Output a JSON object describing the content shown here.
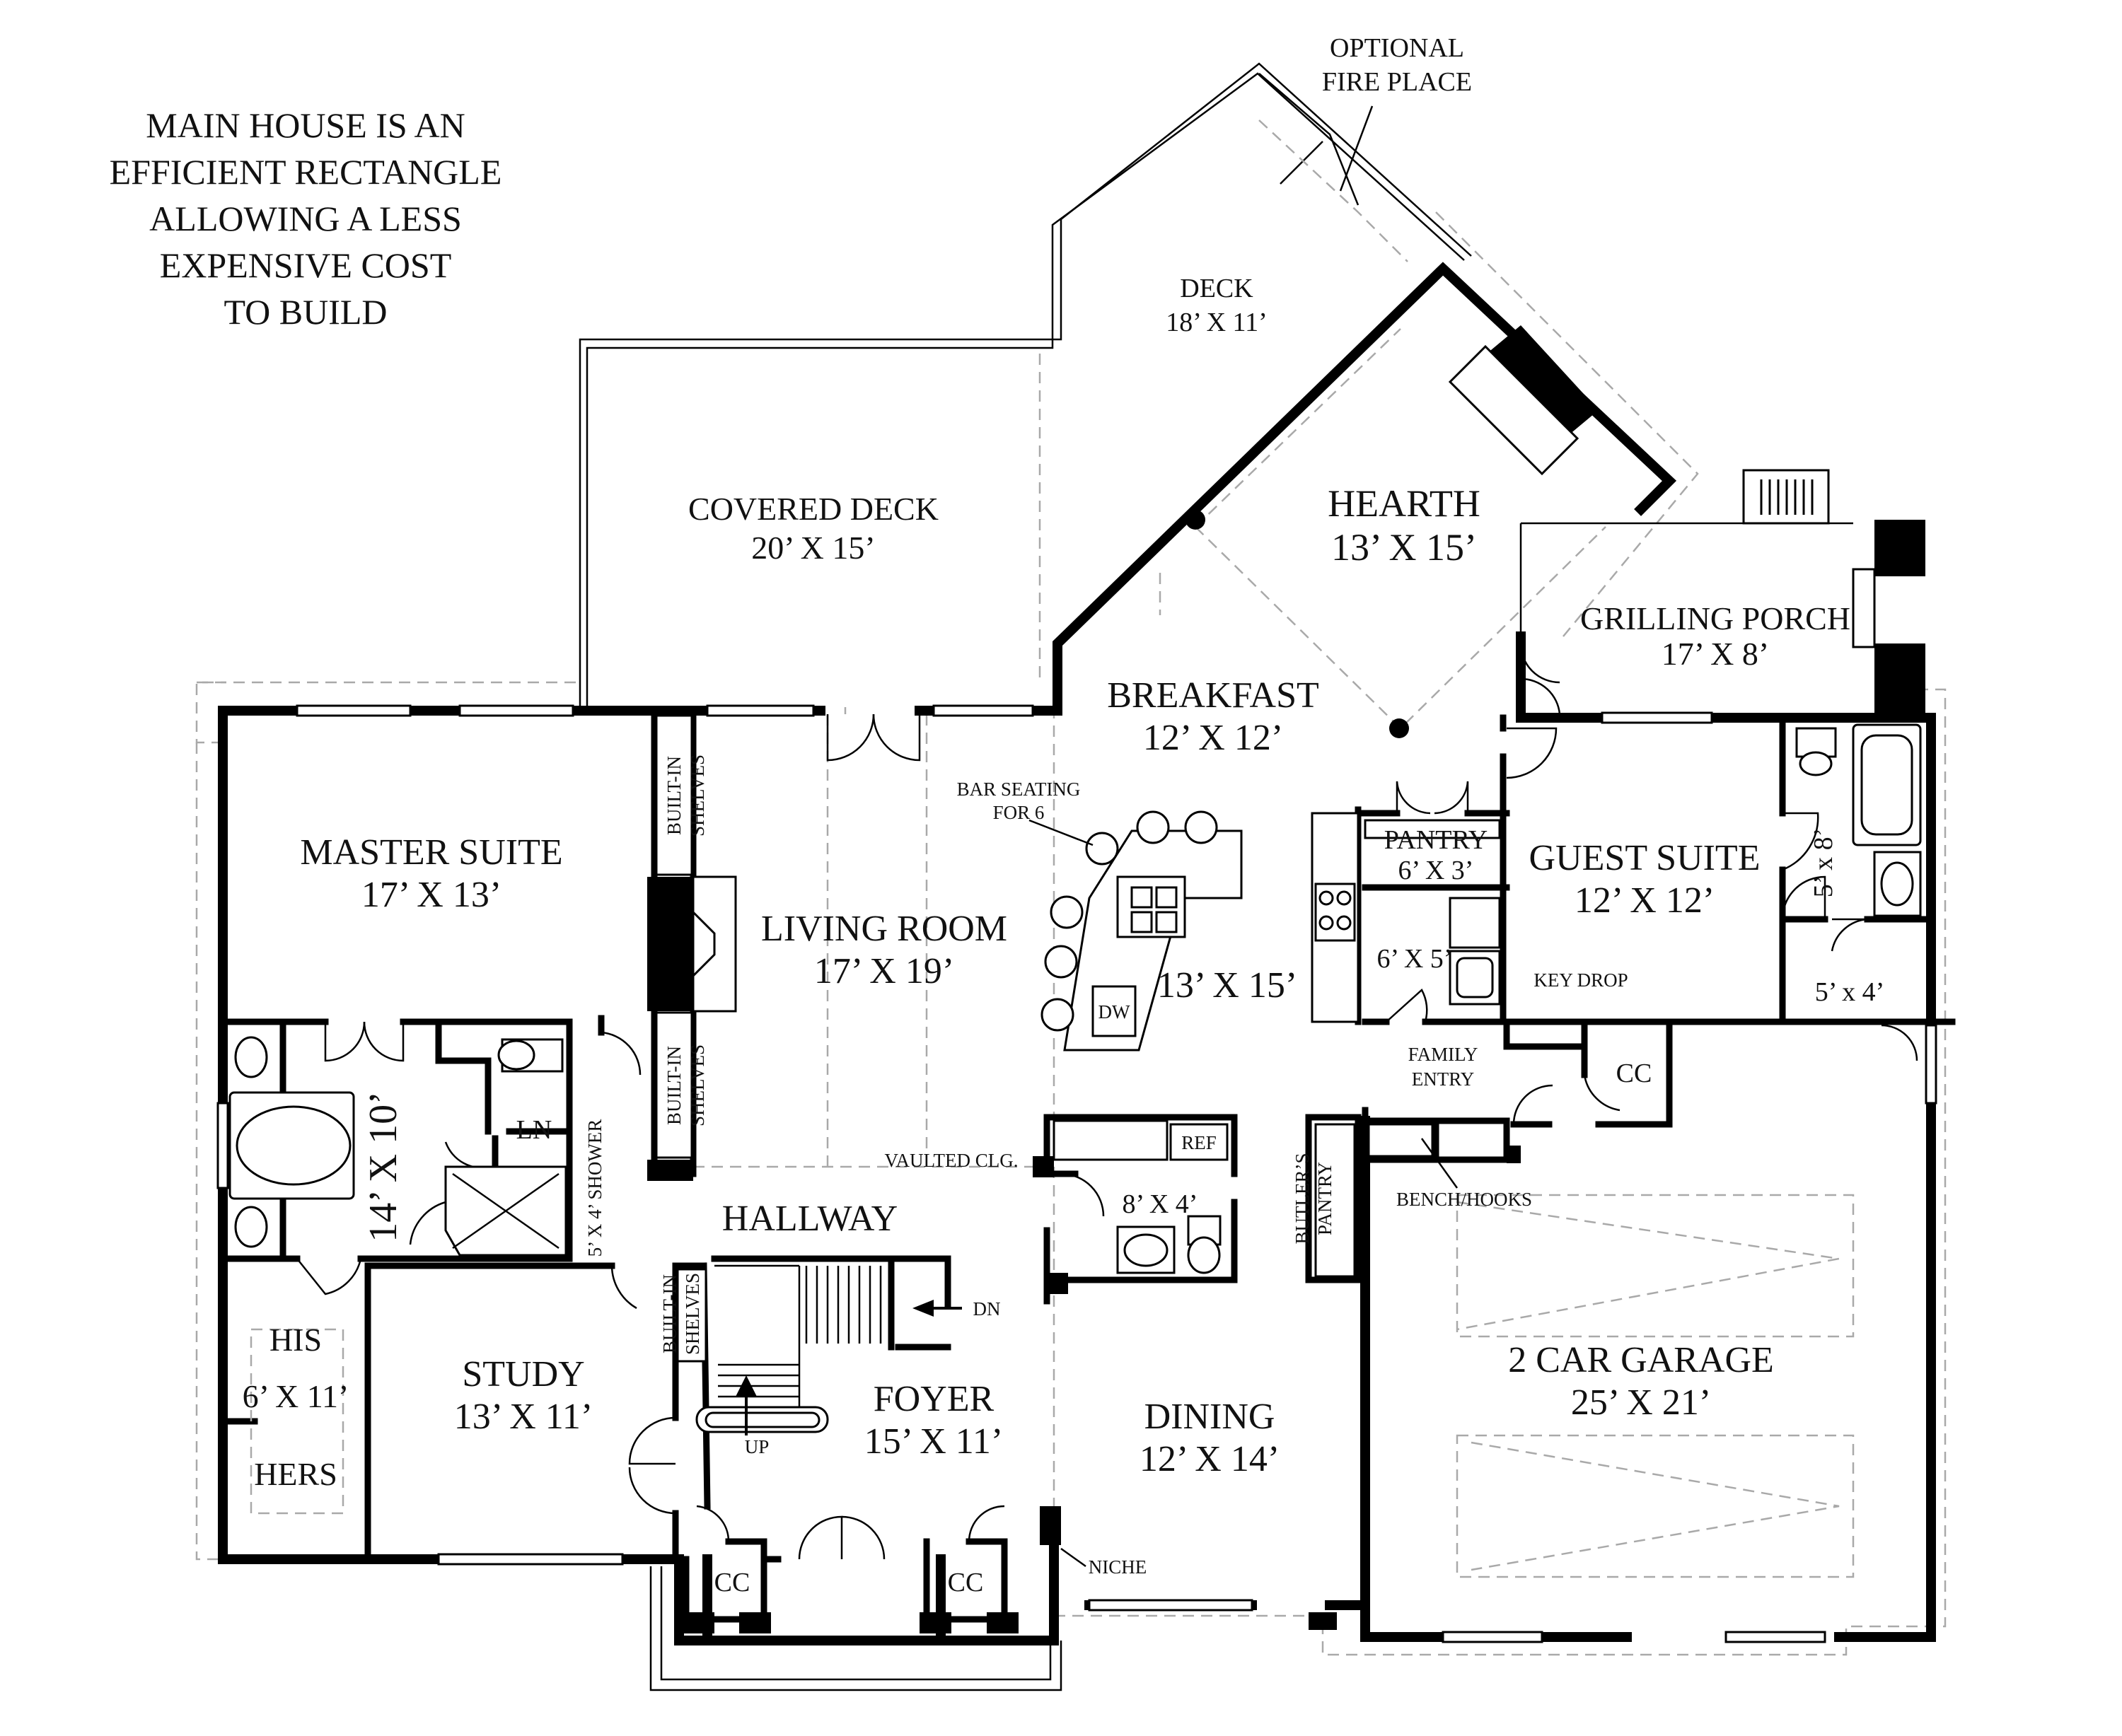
{
  "note": [
    "MAIN HOUSE IS AN",
    "EFFICIENT RECTANGLE",
    "ALLOWING A LESS",
    "EXPENSIVE COST",
    "TO BUILD"
  ],
  "rooms": {
    "optional_fireplace": [
      "OPTIONAL",
      "FIRE PLACE"
    ],
    "deck": {
      "name": "DECK",
      "size": "18’ X 11’"
    },
    "covered_deck": {
      "name": "COVERED DECK",
      "size": "20’ X 15’"
    },
    "hearth": {
      "name": "HEARTH",
      "size": "13’ X 15’"
    },
    "grilling_porch": {
      "name": "GRILLING PORCH",
      "size": "17’ X 8’"
    },
    "breakfast": {
      "name": "BREAKFAST",
      "size": "12’ X 12’"
    },
    "master_suite": {
      "name": "MASTER SUITE",
      "size": "17’ X 13’"
    },
    "living_room": {
      "name": "LIVING ROOM",
      "size": "17’ X 19’"
    },
    "kitchen": {
      "size": "13’ X 15’"
    },
    "pantry": {
      "name": "PANTRY",
      "size": "6’ X 3’"
    },
    "laundry": {
      "size": "6’ X 5’"
    },
    "guest_suite": {
      "name": "GUEST SUITE",
      "size": "12’ X 12’"
    },
    "guest_bath": {
      "size": "5’ x 8’"
    },
    "guest_wc": {
      "size": "5’ x 4’"
    },
    "master_bath": {
      "size": "14’ X 10’"
    },
    "powder": {
      "size": "8’ X 4’"
    },
    "hallway": {
      "name": "HALLWAY"
    },
    "his": "HIS",
    "closet_size": "6’ X 11’",
    "hers": "HERS",
    "study": {
      "name": "STUDY",
      "size": "13’ X 11’"
    },
    "foyer": {
      "name": "FOYER",
      "size": "15’ X 11’"
    },
    "dining": {
      "name": "DINING",
      "size": "12’ X 14’"
    },
    "garage": {
      "name": "2 CAR GARAGE",
      "size": "25’ X 21’"
    }
  },
  "labels": {
    "bar_seating": [
      "BAR SEATING",
      "FOR 6"
    ],
    "built_in": "BUILT-IN",
    "shelves": "SHELVES",
    "dw": "DW",
    "key_drop": "KEY DROP",
    "family_entry": [
      "FAMILY",
      "ENTRY"
    ],
    "cc": "CC",
    "ln": "LN",
    "ref": "REF",
    "vaulted": "VAULTED CLG.",
    "butlers_pantry": [
      "BUTLER’S",
      "PANTRY"
    ],
    "bench_hooks": "BENCH/HOOKS",
    "shower": "5’ X 4’ SHOWER",
    "dn": "DN",
    "up": "UP",
    "niche": "NICHE"
  }
}
